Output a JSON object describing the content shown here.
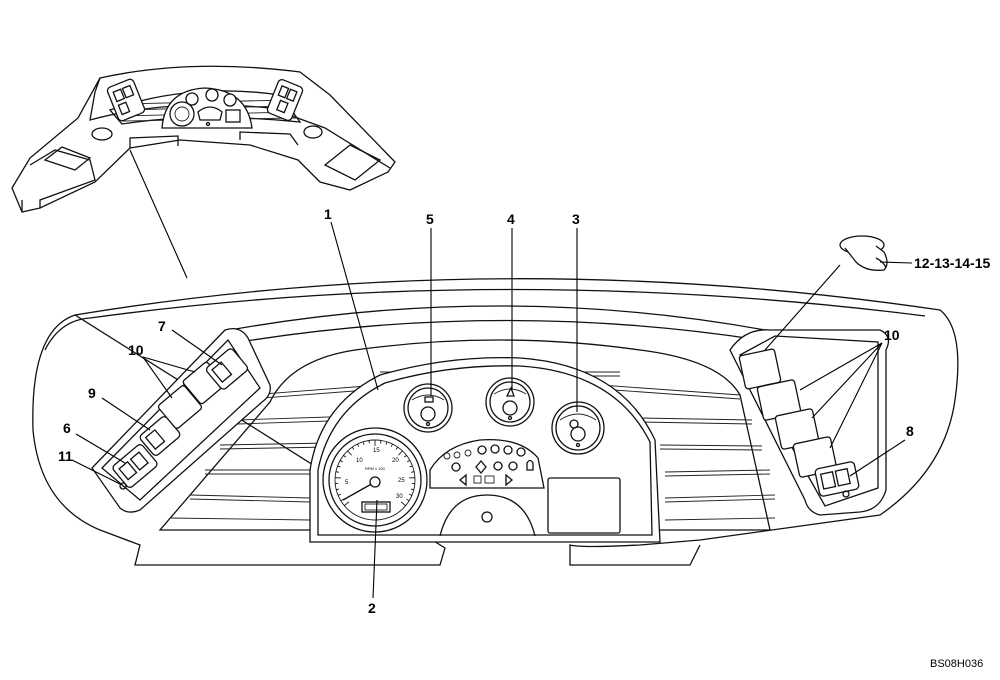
{
  "callouts": {
    "c1": "1",
    "c2": "2",
    "c3": "3",
    "c4": "4",
    "c5": "5",
    "c6": "6",
    "c7": "7",
    "c8": "8",
    "c9": "9",
    "c10_left": "10",
    "c10_right": "10",
    "c11": "11",
    "c12": "12-13-14-15"
  },
  "tachometer": {
    "ticks": [
      "5",
      "10",
      "15",
      "20",
      "25",
      "30"
    ],
    "unit_text": "RPM x 100"
  },
  "drawing_reference": "BS08H036"
}
